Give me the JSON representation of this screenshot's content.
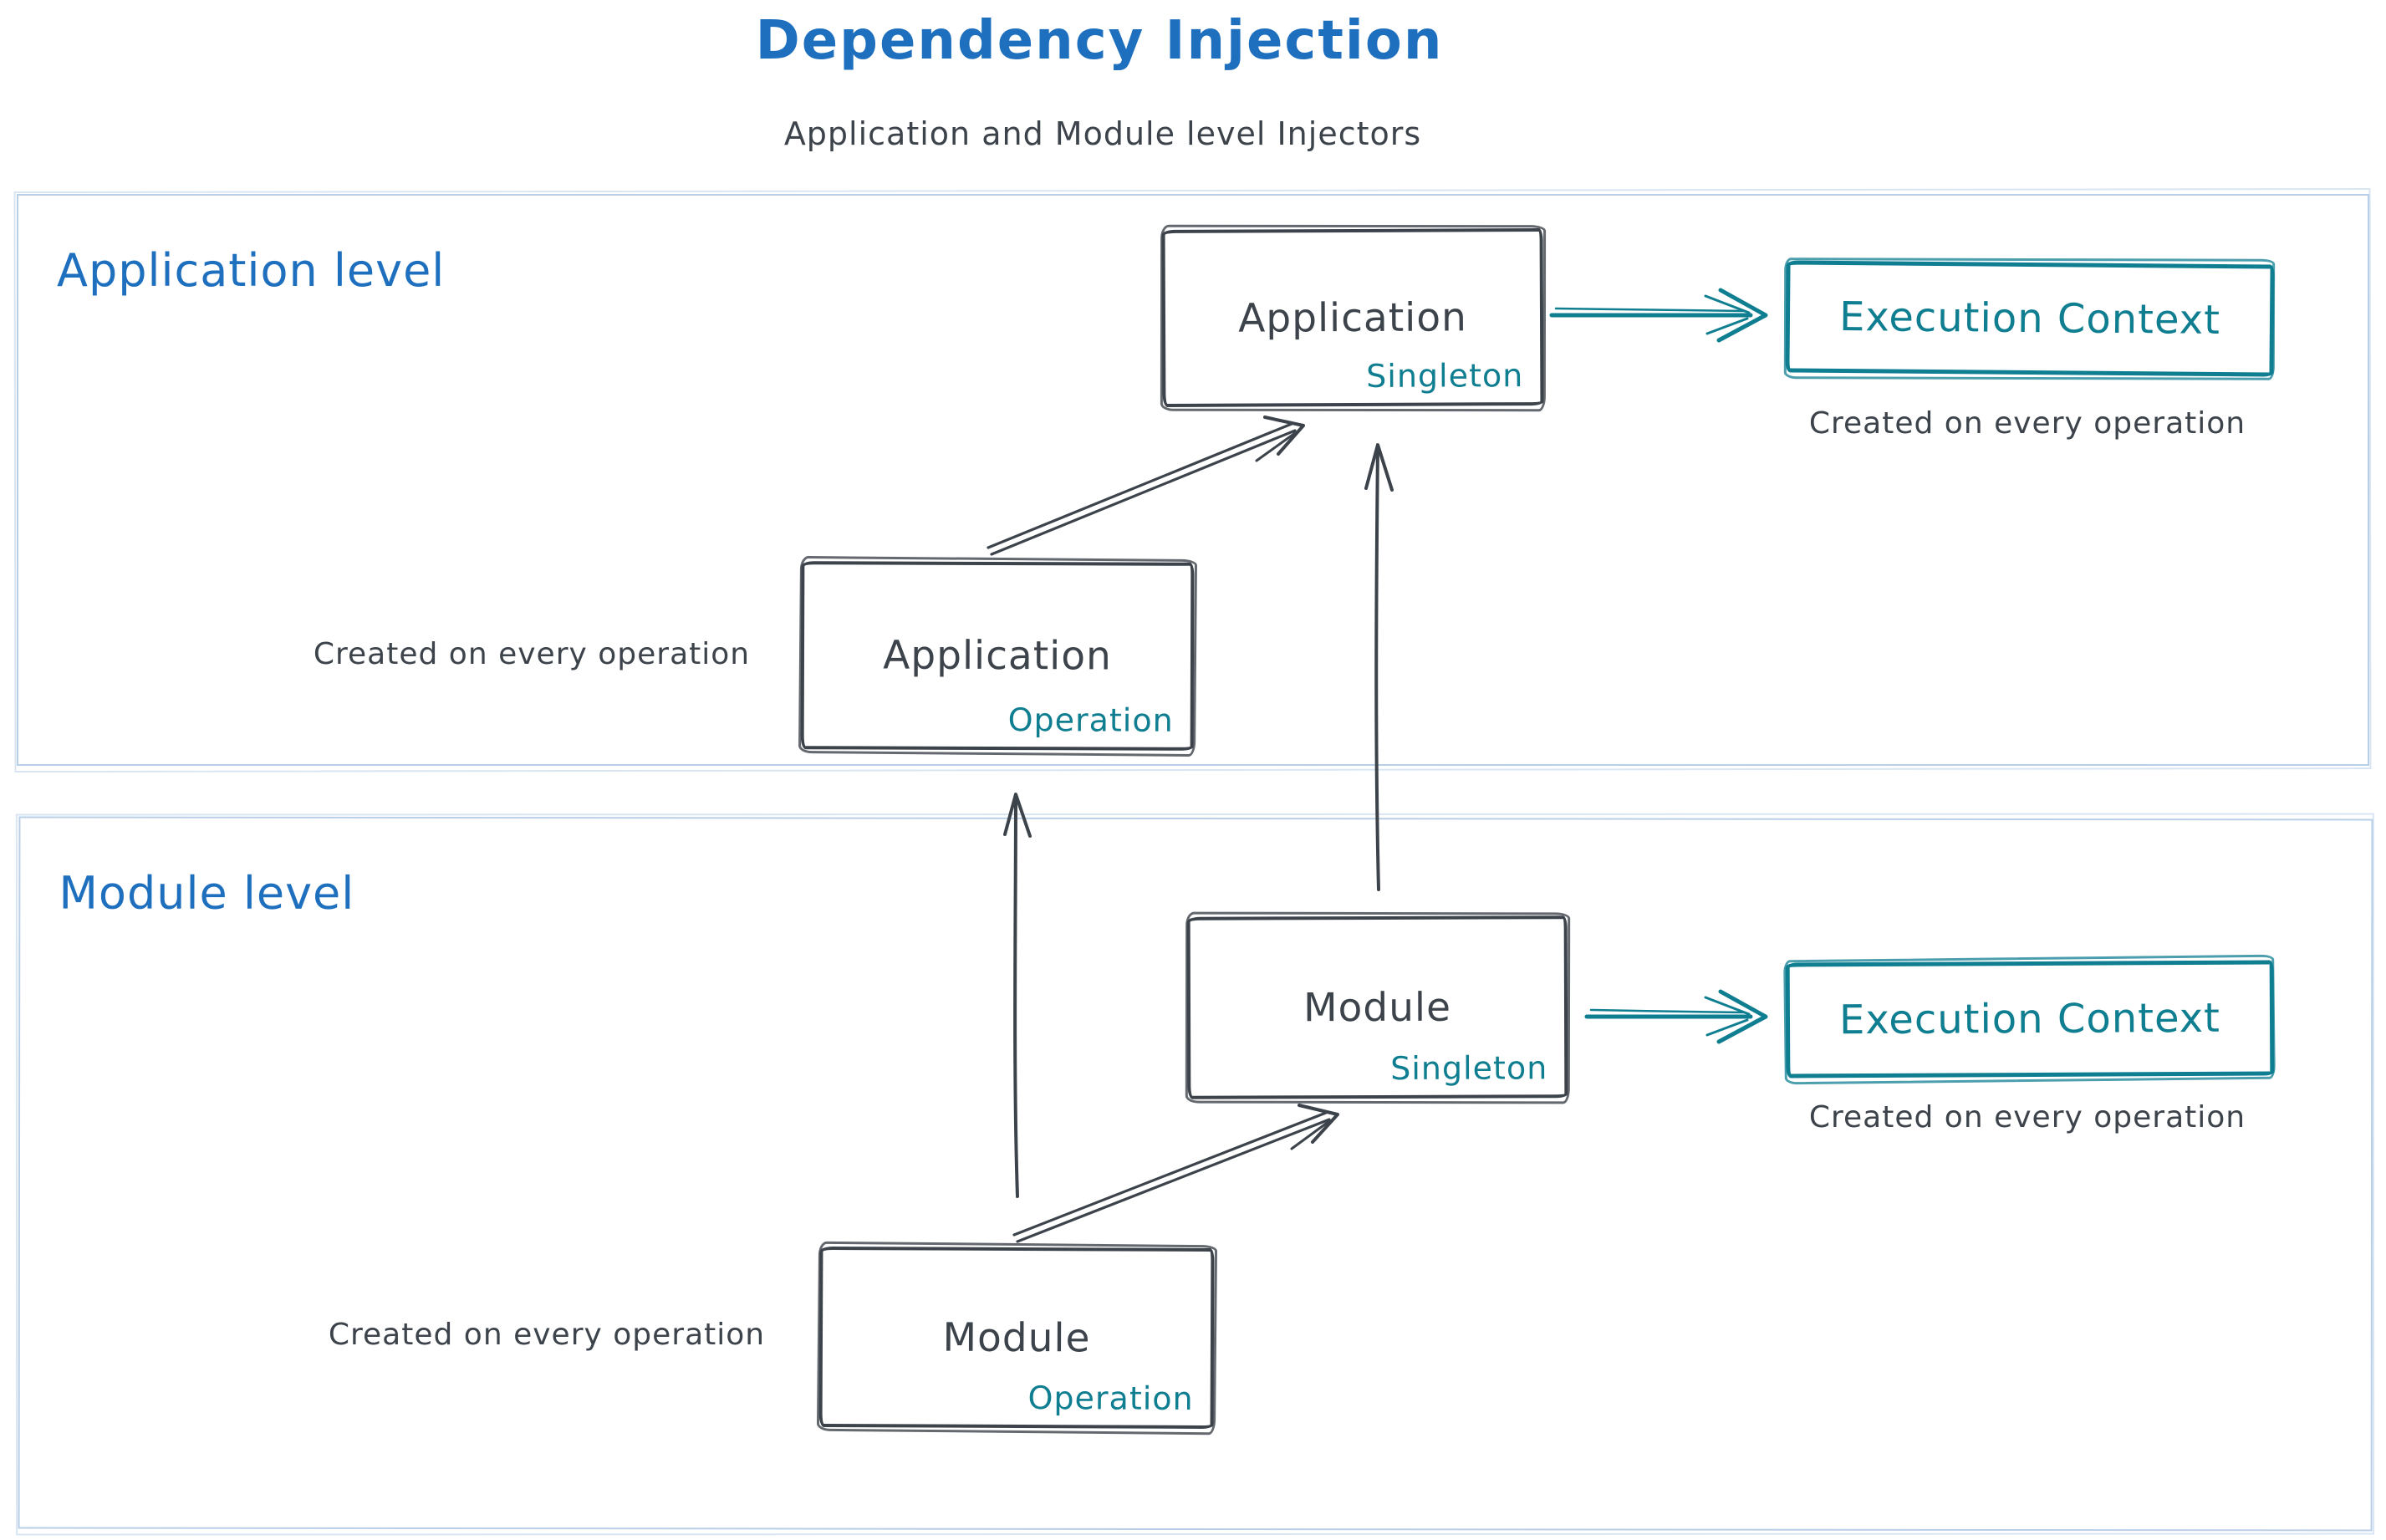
{
  "title": "Dependency Injection",
  "subtitle": "Application and Module level Injectors",
  "colors": {
    "blue": "#1e70bf",
    "ink": "#3d434b",
    "teal": "#0f7e91",
    "frame": "#b9cfe8",
    "background": "#ffffff"
  },
  "application_level": {
    "label": "Application level",
    "singleton": {
      "name": "Application",
      "scope": "Singleton"
    },
    "operation": {
      "name": "Application",
      "scope": "Operation"
    },
    "operation_caption": "Created on every operation",
    "execution_context": {
      "label": "Execution Context",
      "caption": "Created on every operation"
    }
  },
  "module_level": {
    "label": "Module level",
    "singleton": {
      "name": "Module",
      "scope": "Singleton"
    },
    "operation": {
      "name": "Module",
      "scope": "Operation"
    },
    "operation_caption": "Created on every operation",
    "execution_context": {
      "label": "Execution Context",
      "caption": "Created on every operation"
    }
  },
  "edges": [
    {
      "from": "application-operation",
      "to": "application-singleton",
      "color": "#3d434b"
    },
    {
      "from": "module-operation",
      "to": "module-singleton",
      "color": "#3d434b"
    },
    {
      "from": "module-operation",
      "to": "application-operation",
      "color": "#3d434b"
    },
    {
      "from": "module-singleton",
      "to": "application-singleton",
      "color": "#3d434b"
    },
    {
      "from": "application-singleton",
      "to": "application-execution-context",
      "color": "#0f7e91"
    },
    {
      "from": "module-singleton",
      "to": "module-execution-context",
      "color": "#0f7e91"
    }
  ]
}
